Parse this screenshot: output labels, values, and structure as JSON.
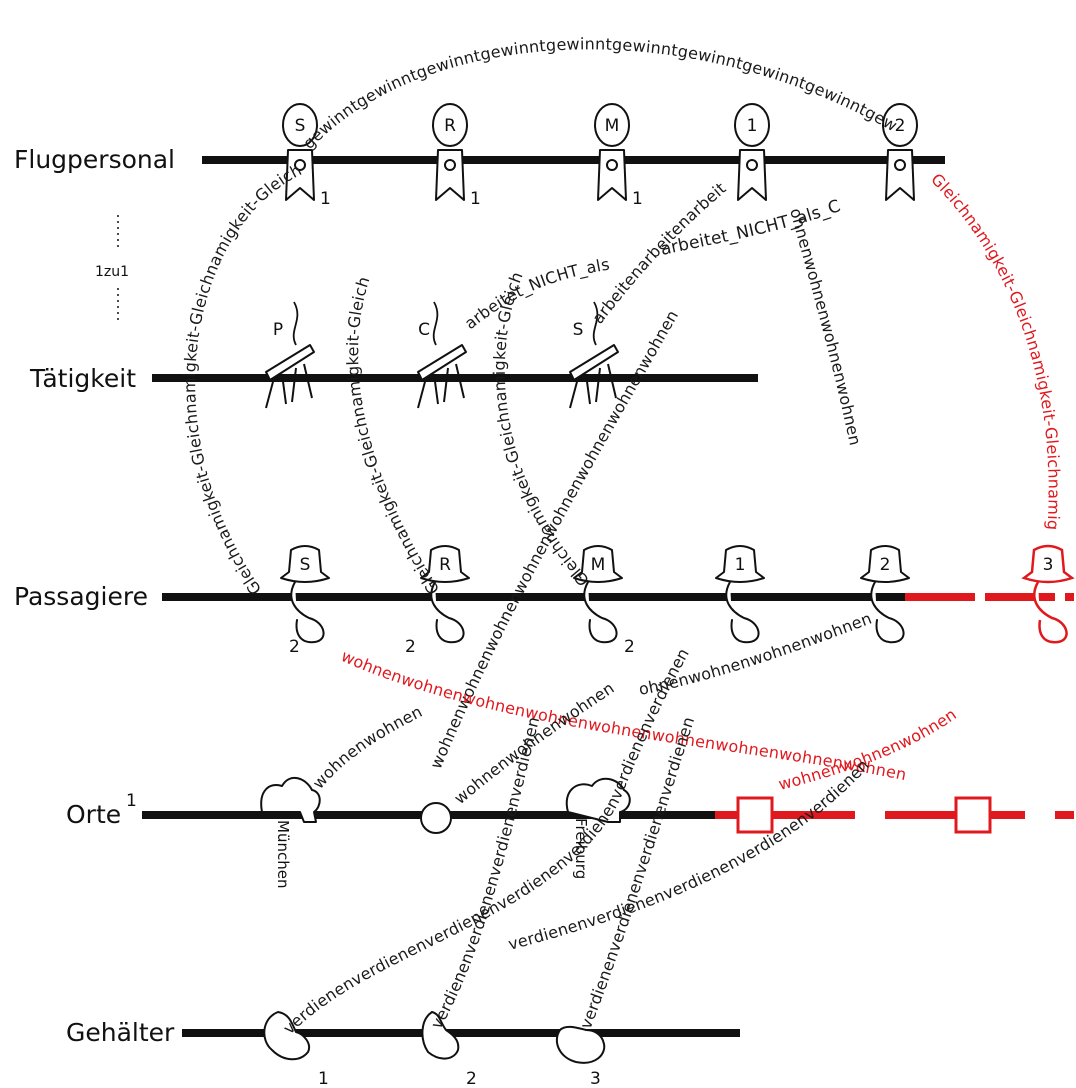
{
  "rows": {
    "flugpersonal": "Flugpersonal",
    "taetigkeit": "Tätigkeit",
    "passagiere": "Passagiere",
    "orte": "Orte",
    "orte_sup": "1",
    "gehaelter": "Gehälter"
  },
  "cardinality": "1zu1",
  "crew": [
    {
      "letter": "S",
      "count": "1"
    },
    {
      "letter": "R",
      "count": "1"
    },
    {
      "letter": "M",
      "count": "1"
    },
    {
      "letter": "1",
      "count": ""
    },
    {
      "letter": "2",
      "count": ""
    }
  ],
  "activities": [
    "P",
    "C",
    "S"
  ],
  "passengers": [
    {
      "letter": "S",
      "count": "2"
    },
    {
      "letter": "R",
      "count": "2"
    },
    {
      "letter": "M",
      "count": "2"
    },
    {
      "letter": "1",
      "count": ""
    },
    {
      "letter": "2",
      "count": ""
    },
    {
      "letter": "3",
      "count": ""
    }
  ],
  "places": [
    "München",
    "Freiburg"
  ],
  "salaries": [
    "1",
    "2",
    "3"
  ],
  "relations": {
    "gewinnt": "gewinntgewinntgewinntgewinntgewinntgewinntgewinntgewinntgewinntgewinnt",
    "gleich_1": "Gleichnamigkeit-Gleichnamigkeit-Gleichnamigkeit-Gleich",
    "gleich_2": "Gleichnamigkeit-Gleichnamigkeit-Gleich",
    "gleich_3": "Gleichnamigkeit-Gleichnamigkeit-Gleich",
    "gleich_red": "Gleichnamigkeit-Gleichnamigkeit-Gleichnamig",
    "arbeitet_1": "arbeitet_NICHT_als",
    "arbeitet_2": "arbeitet_NICHT_als_C",
    "arbeitenarbeit": "arbeitenarbeitenarbeit",
    "wohnen_long": "wohnenwohnenwohnenwohnenwohnenwohnenwohnenwohnen",
    "wohnen_2": "ohnenwohnenwohnenwohnen",
    "wohnen_red_1": "wohnenwohnenwohnenwohnenwohnenwohnenwohnenwohnenwohnen",
    "wohnen_red_2": "wohnenwohnenwohnen",
    "wohnen_muc": "wohnenwohnen",
    "wohnen_mid": "wohnenwohnenwohnen",
    "verdienen_1": "verdienenverdienenverdienenverdienenverdienenverdienenverdienen",
    "verdienen_2": "verdienenverdienenverdienenverdienen",
    "verdienen_3": "verdienenverdienenverdienenverdienen",
    "verdienen_long": "verdienenverdienenverdienenverdienenverdienen"
  },
  "colors": {
    "ink": "#111111",
    "accent": "#e0191e"
  }
}
